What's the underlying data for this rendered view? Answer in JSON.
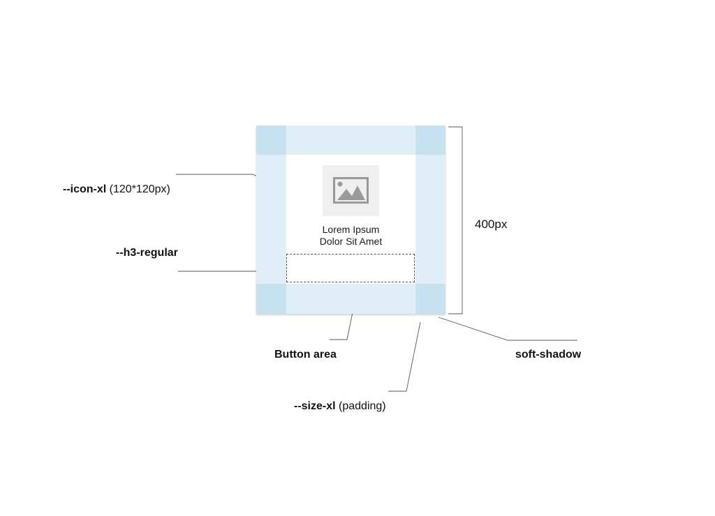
{
  "card": {
    "title_lines": [
      "Lorem Ipsum",
      "Dolor Sit Amet"
    ]
  },
  "annotations": {
    "icon": {
      "token": "--icon-xl",
      "detail": " (120*120px)"
    },
    "heading": {
      "token": "--h3-regular"
    },
    "button": {
      "token": "Button area"
    },
    "shadow": {
      "token": "soft-shadow"
    },
    "size": {
      "token": "--size-xl",
      "detail": " (padding)"
    },
    "height": {
      "text": "400px"
    }
  },
  "colors": {
    "padding_fill": "#e0eff7",
    "corner_fill": "#c6e1ef",
    "icon_bg": "#efefef",
    "icon_glyph": "#9a9a9a",
    "leader_line": "#555555"
  },
  "icons": {
    "image_placeholder": "image-icon"
  }
}
